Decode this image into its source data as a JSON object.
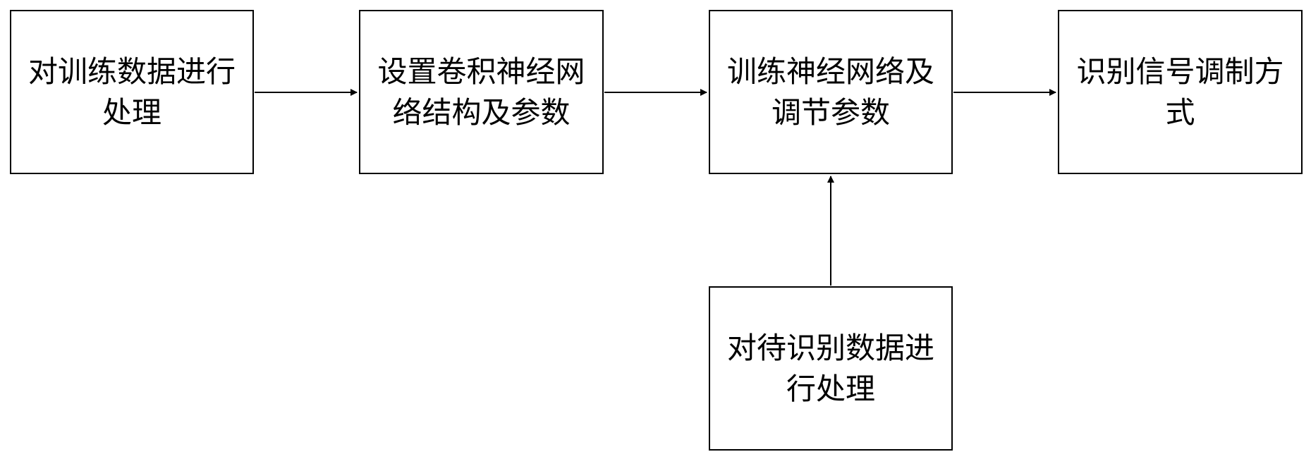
{
  "nodes": {
    "preprocess_training": "对训练数据进行处理",
    "set_cnn": "设置卷积神经网络结构及参数",
    "train_network": "训练神经网络及调节参数",
    "identify_modulation": "识别信号调制方式",
    "preprocess_unknown": "对待识别数据进行处理"
  },
  "edges": [
    {
      "from": "preprocess_training",
      "to": "set_cnn"
    },
    {
      "from": "set_cnn",
      "to": "train_network"
    },
    {
      "from": "train_network",
      "to": "identify_modulation"
    },
    {
      "from": "preprocess_unknown",
      "to": "train_network"
    }
  ],
  "colors": {
    "stroke": "#000000",
    "background": "#ffffff"
  }
}
